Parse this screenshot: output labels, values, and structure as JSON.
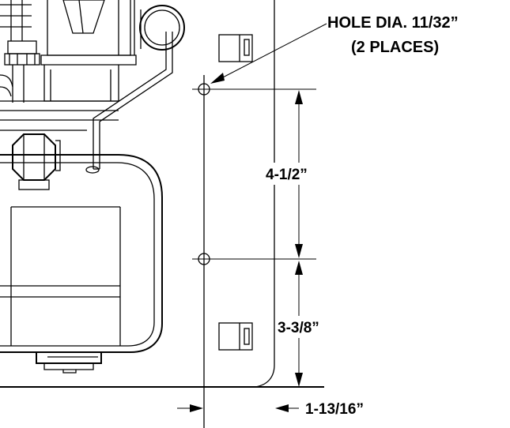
{
  "callout": {
    "line1": "HOLE DIA. 11/32”",
    "line2": "(2 PLACES)"
  },
  "dimensions": {
    "vertical_upper": "4-1/2”",
    "vertical_lower": "3-3/8”",
    "horizontal": "1-13/16”"
  }
}
